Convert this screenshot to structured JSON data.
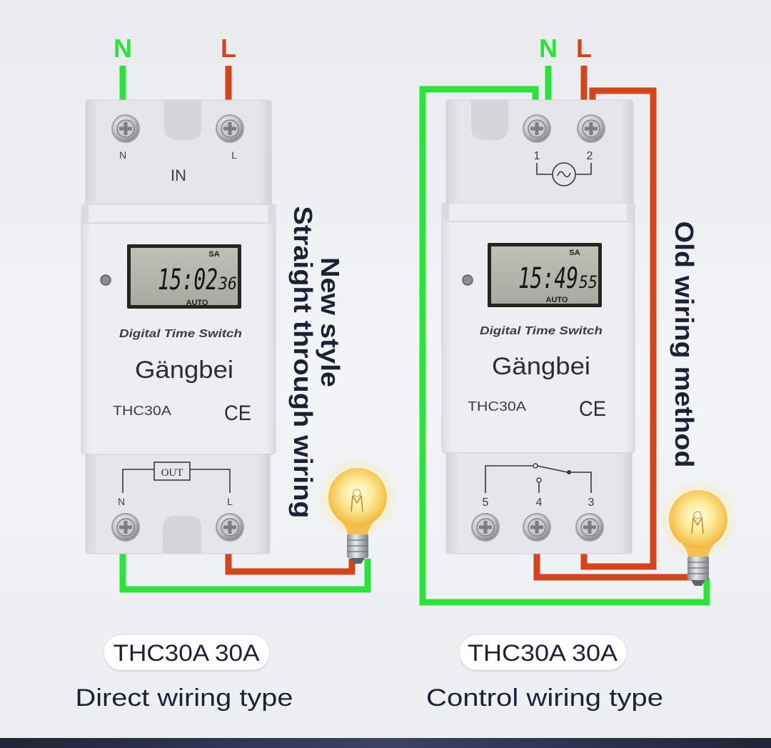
{
  "colors": {
    "neutral_wire": "#2ee23c",
    "live_wire": "#d2461d",
    "ink": "#1b2235",
    "footer_band": "#2b3248"
  },
  "icons": {
    "terminal": "screw-icon",
    "load": "light-bulb-icon",
    "supply_symbol": "ac-source-icon",
    "indicator": "indicator-led-icon"
  },
  "direct": {
    "supply": {
      "neutral": "N",
      "live": "L"
    },
    "input": {
      "neutral": "N",
      "live": "L",
      "title": "IN"
    },
    "display": {
      "day": "SA",
      "time": "15:02",
      "seconds": "36",
      "mode": "AUTO"
    },
    "product_line": "Digital Time Switch",
    "brand": "Gängbei",
    "model": "THC30A",
    "certification": "CE",
    "output": {
      "title": "OUT",
      "neutral": "N",
      "live": "L"
    },
    "annotation": [
      "New style",
      "Straight through wiring"
    ],
    "badge": "THC30A 30A",
    "label": "Direct wiring type"
  },
  "control": {
    "supply": {
      "neutral": "N",
      "live": "L"
    },
    "input": {
      "terminal_1": "1",
      "terminal_2": "2"
    },
    "display": {
      "day": "SA",
      "time": "15:49",
      "seconds": "55",
      "mode": "AUTO"
    },
    "product_line": "Digital Time Switch",
    "brand": "Gängbei",
    "model": "THC30A",
    "certification": "CE",
    "output": {
      "terminal_5": "5",
      "terminal_4": "4",
      "terminal_3": "3"
    },
    "annotation": "Old wiring method",
    "badge": "THC30A 30A",
    "label": "Control wiring type"
  }
}
